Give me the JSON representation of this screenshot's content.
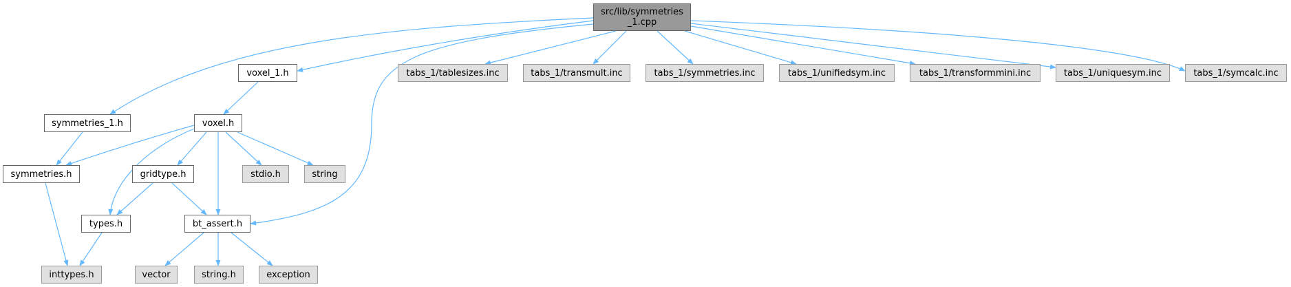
{
  "colors": {
    "edge": "#63b8ff",
    "root_fill": "#999999",
    "project_fill": "#ffffff",
    "external_fill": "#e0e0e0",
    "border": "#666666"
  },
  "nodes": {
    "root": "src/lib/symmetries\n_1.cpp",
    "voxel_1_h": "voxel_1.h",
    "tablesizes": "tabs_1/tablesizes.inc",
    "transmult": "tabs_1/transmult.inc",
    "symmetries_inc": "tabs_1/symmetries.inc",
    "unifiedsym": "tabs_1/unifiedsym.inc",
    "transformmini": "tabs_1/transformmini.inc",
    "uniquesym": "tabs_1/uniquesym.inc",
    "symcalc": "tabs_1/symcalc.inc",
    "symmetries_1_h": "symmetries_1.h",
    "voxel_h": "voxel.h",
    "symmetries_h": "symmetries.h",
    "gridtype_h": "gridtype.h",
    "stdio_h": "stdio.h",
    "string": "string",
    "types_h": "types.h",
    "bt_assert_h": "bt_assert.h",
    "inttypes_h": "inttypes.h",
    "vector": "vector",
    "string_h": "string.h",
    "exception": "exception"
  }
}
